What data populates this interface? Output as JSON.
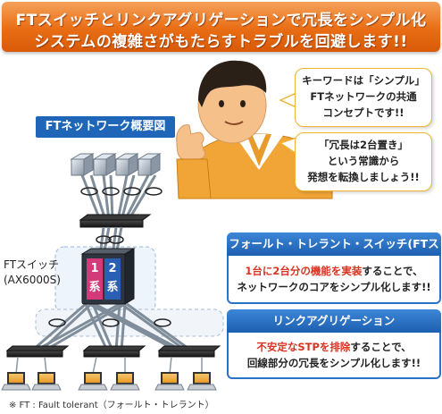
{
  "banner": {
    "line1": "FTスイッチとリンクアグリゲーションで冗長をシンプル化",
    "line2": "システムの複雑さがもたらすトラブルを回避します!!"
  },
  "diagram_tag": "FTネットワーク概要図",
  "bubble1": {
    "line1": "キーワードは「シンプル」",
    "line2": "FTネットワークの共通",
    "line3": "コンセプトです!!"
  },
  "bubble2": {
    "line1": "「冗長は2台置き」",
    "line2": "という常識から",
    "line3": "発想を転換しましょう!!"
  },
  "switch_label": {
    "line1": "FTスイッチ",
    "line2": "(AX6000S)"
  },
  "unit_labels": {
    "num1": "1",
    "sys1": "系",
    "num2": "2",
    "sys2": "系"
  },
  "panel_ft": {
    "title": "フォールト・トレラント・スイッチ(FTスイッチ)",
    "line1_red": "1台に2台分の機能を実装",
    "line1_rest": "することで、",
    "line2": "ネットワークのコアをシンプル化します!!"
  },
  "panel_la": {
    "title": "リンクアグリゲーション",
    "line1_red": "不安定なSTPを排除",
    "line1_rest": "することで、",
    "line2": "回線部分の冗長をシンプル化します!!"
  },
  "footnote": "※ FT : Fault tolerant（フォールト・トレラント）",
  "colors": {
    "banner": "#e96d14",
    "accent_blue": "#1f66b8",
    "highlight_red": "#d93322",
    "bubble_border": "#f0b432"
  }
}
